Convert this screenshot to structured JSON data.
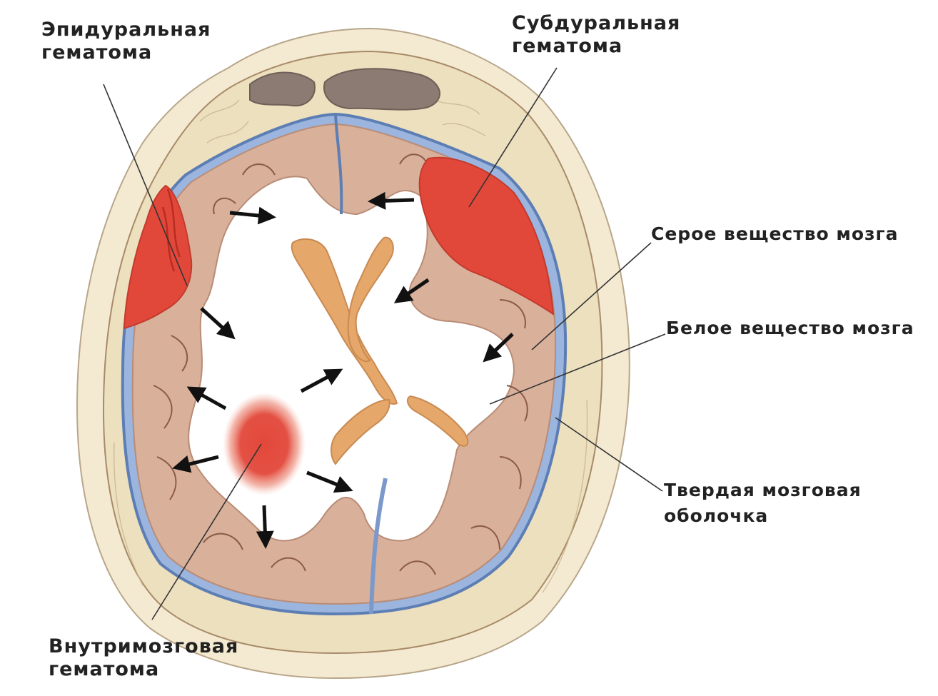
{
  "labels": {
    "epidural": [
      "Эпидуральная",
      "гематома"
    ],
    "subdural": [
      "Субдуральная",
      "гематома"
    ],
    "grey_matter": "Серое вещество мозга",
    "white_matter": "Белое вещество мозга",
    "dura": [
      "Твердая мозговая",
      "оболочка"
    ],
    "intracerebral": [
      "Внутримозговая",
      "гематома"
    ]
  },
  "colors": {
    "skin": "#f4ead2",
    "skull": "#ece0be",
    "bone_edge": "#a88a68",
    "dura": "#5d7eb4",
    "csf": "#9bb5de",
    "grey_matter": "#d9b09a",
    "sulcus_line": "#8a5a48",
    "white_matter": "#ffffff",
    "ventricle": "#e6a76a",
    "hematoma": "#e2483a",
    "sinus": "#8b7b72",
    "arrow": "#111111",
    "label_text": "#222222"
  }
}
